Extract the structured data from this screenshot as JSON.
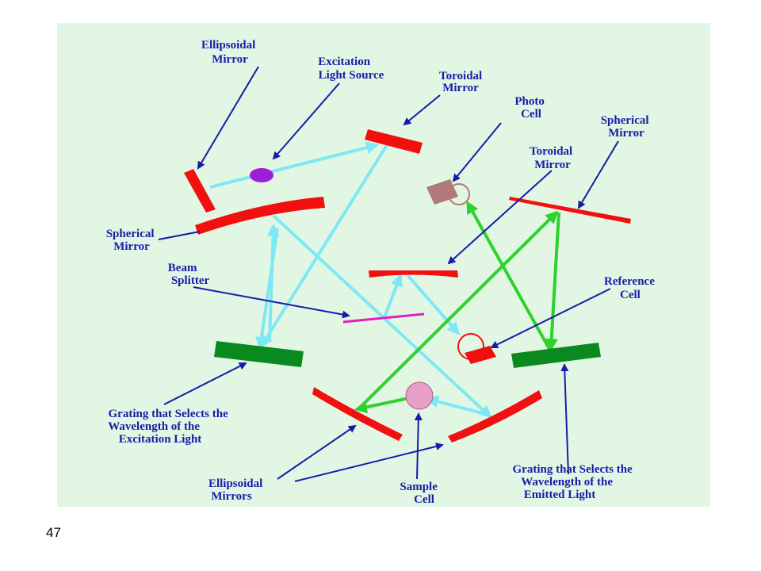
{
  "labels": {
    "ellipsoidal_mirror": [
      "Ellipsoidal",
      "Mirror"
    ],
    "excitation_light_source": [
      "Excitation",
      "Light Source"
    ],
    "toroidal_mirror_top": [
      "Toroidal",
      "Mirror"
    ],
    "photo_cell": [
      "Photo",
      "Cell"
    ],
    "spherical_mirror_right": [
      "Spherical",
      "Mirror"
    ],
    "toroidal_mirror_mid": [
      "Toroidal",
      "Mirror"
    ],
    "spherical_mirror_left": [
      "Spherical",
      "Mirror"
    ],
    "beam_splitter": [
      "Beam",
      "Splitter"
    ],
    "reference_cell": [
      "Reference",
      "Cell"
    ],
    "grating_excitation": [
      "Grating that Selects the",
      "Wavelength of the",
      "Excitation Light"
    ],
    "ellipsoidal_mirrors": [
      "Ellipsoidal",
      "Mirrors"
    ],
    "sample_cell": [
      "Sample",
      "Cell"
    ],
    "grating_emission": [
      "Grating that Selects the",
      "Wavelength of the",
      "Emitted Light"
    ]
  },
  "page_number": "47",
  "colors": {
    "background": "#e2f7e3",
    "mirror": "#f20f0f",
    "grating": "#0a8a1e",
    "excitation_beam": "#7fe8f5",
    "emission_beam": "#2ed12e",
    "pointer": "#1a1aa8",
    "label": "#1a1aa8",
    "beam_splitter": "#e020c0",
    "light_source": "#9b1fd6",
    "photo_cell": "#b07a7a",
    "sample_cell": "#e8a0c8"
  }
}
